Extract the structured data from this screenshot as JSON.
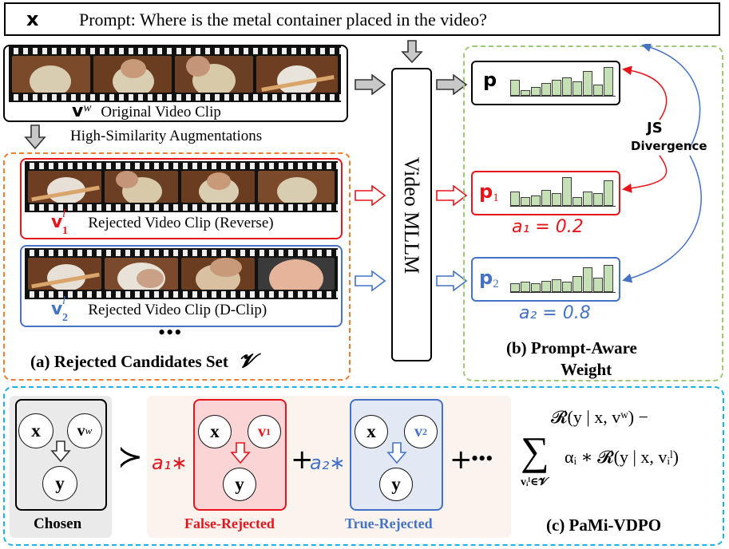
{
  "prompt": {
    "symbol": "x",
    "label": "Prompt:",
    "text": " Where is the metal container placed in the video?"
  },
  "original": {
    "symbol": "v",
    "superscript": "w",
    "caption": "Original Video Clip"
  },
  "augment_label": "High-Similarity Augmentations",
  "rejected": [
    {
      "symbol": "v",
      "sub": "1",
      "sup": "l",
      "caption": "Rejected Video Clip (Reverse)"
    },
    {
      "symbol": "v",
      "sub": "2",
      "sup": "l",
      "caption": "Rejected Video Clip (D-Clip)"
    }
  ],
  "ellipsis": "•••",
  "set_label": "(a) Rejected Candidates Set",
  "set_symbol": "𝓥",
  "model_label": "Video MLLM",
  "distributions": [
    {
      "symbol": "p",
      "sub": "",
      "weight": ""
    },
    {
      "symbol": "p",
      "sub": "1",
      "weight": "a₁ = 0.2"
    },
    {
      "symbol": "p",
      "sub": "2",
      "weight": "a₂ = 0.8"
    }
  ],
  "js_label_1": "JS",
  "js_label_2": "Divergence",
  "weight_label_1": "(b) Prompt-Aware",
  "weight_label_2": "Weight",
  "pami": {
    "chosen": "Chosen",
    "false_rejected": "False-Rejected",
    "true_rejected": "True-Rejected",
    "succ": "≻",
    "plus": "+",
    "dots": "•••",
    "a1": "a₁∗",
    "a2": "a₂∗",
    "x": "x",
    "y": "y",
    "title": "(c) PaMi-VDPO",
    "formula_top": "𝓡(y | x, vʷ) −",
    "formula_sum": "∑",
    "formula_under": "vᵢˡ∈𝓥",
    "formula_right": "αᵢ ∗ 𝓡(y | x, vᵢˡ)"
  },
  "colors": {
    "orange": "#ed7d31",
    "green": "#9dc878",
    "cyan": "#1ab0e8",
    "red": "#e8141b",
    "blue": "#4472c4",
    "bar": "#c5e0b4"
  }
}
